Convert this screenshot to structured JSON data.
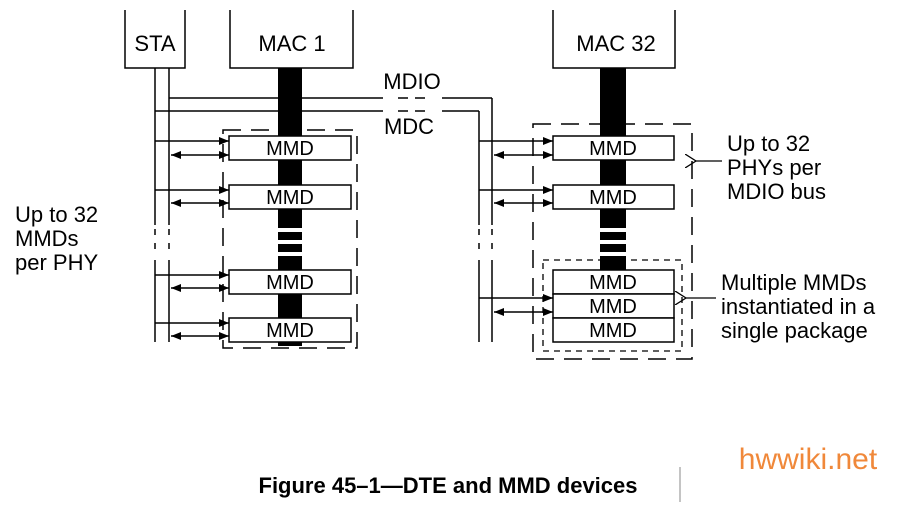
{
  "diagram": {
    "blocks": {
      "sta": "STA",
      "mac1": "MAC 1",
      "mac32": "MAC 32",
      "mmd": "MMD"
    },
    "bus_labels": {
      "mdio": "MDIO",
      "mdc": "MDC"
    },
    "annotations": {
      "left": [
        "Up to 32",
        "MMDs",
        "per PHY"
      ],
      "right_top": [
        "Up to 32",
        "PHYs per",
        "MDIO bus"
      ],
      "right_bottom": [
        "Multiple MMDs",
        "instantiated in a",
        "single package"
      ]
    },
    "caption": "Figure 45–1—DTE and MMD devices",
    "watermark": "hwwiki.net",
    "colors": {
      "line": "#000000",
      "watermark": "#f0883a"
    }
  }
}
